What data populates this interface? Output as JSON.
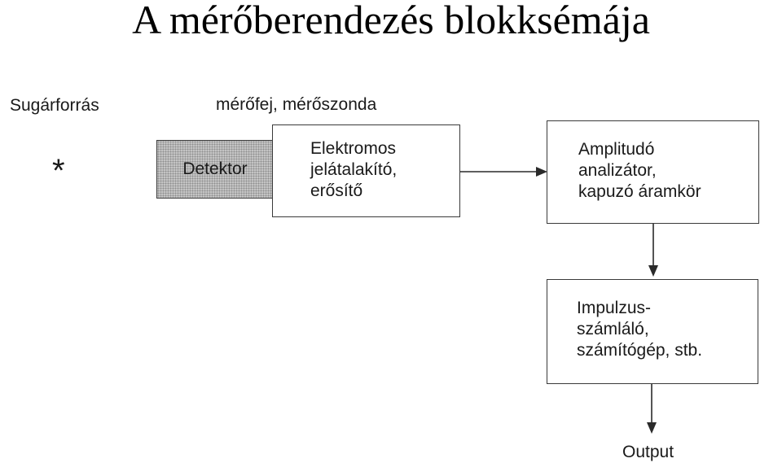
{
  "title": "A mérőberendezés blokksémája",
  "source_label": "Sugárforrás",
  "source_symbol": "*",
  "probe_label": "mérőfej, mérőszonda",
  "detector_label": "Detektor",
  "blocks": {
    "converter": [
      "Elektromos",
      "jelátalakító,",
      "erősítő"
    ],
    "analyzer": [
      "Amplitudó",
      "analizátor,",
      "kapuzó áramkör"
    ],
    "counter": [
      "Impulzus-",
      "számláló,",
      "számítógép, stb."
    ]
  },
  "output_label": "Output"
}
